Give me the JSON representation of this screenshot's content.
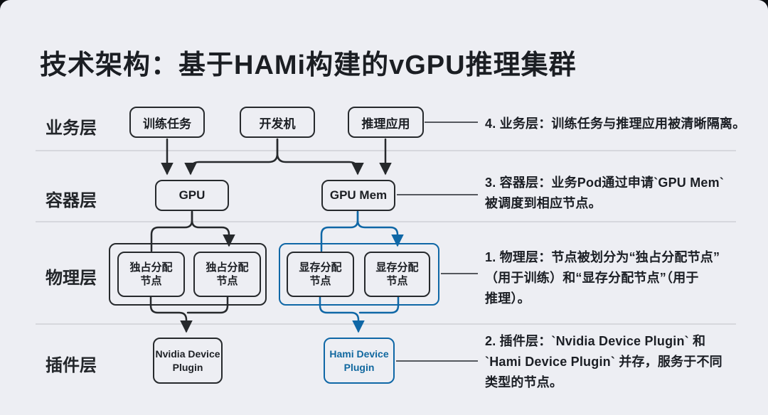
{
  "title": "技术架构：基于HAMi构建的vGPU推理集群",
  "colors": {
    "background": "#edeef3",
    "stroke_dark": "#26292c",
    "accent_blue": "#0f67a6",
    "divider": "#d6d7dd",
    "connector_gray": "#55585e"
  },
  "layers": {
    "business": "业务层",
    "container": "容器层",
    "physical": "物理层",
    "plugin": "插件层"
  },
  "nodes": {
    "train": {
      "label": "训练任务"
    },
    "devbox": {
      "label": "开发机"
    },
    "inference": {
      "label": "推理应用"
    },
    "gpu": {
      "label": "GPU"
    },
    "gpu_mem": {
      "label": "GPU Mem"
    },
    "exclusive": {
      "line1": "独占分配",
      "line2": "节点"
    },
    "memalloc": {
      "line1": "显存分配",
      "line2": "节点"
    },
    "nvidia_plugin": {
      "line1": "Nvidia Device",
      "line2": "Plugin"
    },
    "hami_plugin": {
      "line1": "Hami Device",
      "line2": "Plugin"
    }
  },
  "annotations": {
    "a4": {
      "lines": [
        "4. 业务层：训练任务与推理应用被清晰隔离。"
      ]
    },
    "a3": {
      "lines": [
        "3. 容器层：业务Pod通过申请`GPU Mem`",
        "被调度到相应节点。"
      ]
    },
    "a1": {
      "lines": [
        "1. 物理层：节点被划分为“独占分配节点”",
        "（用于训练）和“显存分配节点”（用于",
        "推理）。"
      ]
    },
    "a2": {
      "lines": [
        "2. 插件层：`Nvidia Device Plugin` 和",
        "`Hami Device Plugin` 并存，服务于不同",
        "类型的节点。"
      ]
    }
  }
}
